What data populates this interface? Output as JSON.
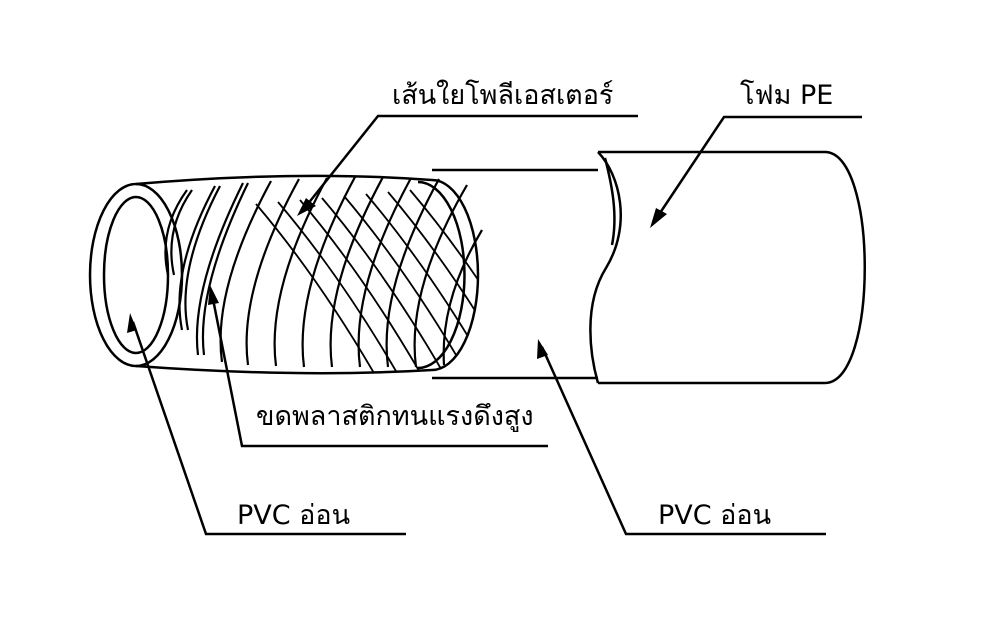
{
  "labels": {
    "polyester_fiber": "เส้นใยโพลีเอสเตอร์",
    "pe_foam": "โฟม PE",
    "rigid_plastic_spiral": "ขดพลาสติกทนแรงดึงสูง",
    "soft_pvc_inner": "PVC อ่อน",
    "soft_pvc_outer": "PVC อ่อน"
  },
  "colors": {
    "stroke": "#000000",
    "background": "#ffffff"
  }
}
